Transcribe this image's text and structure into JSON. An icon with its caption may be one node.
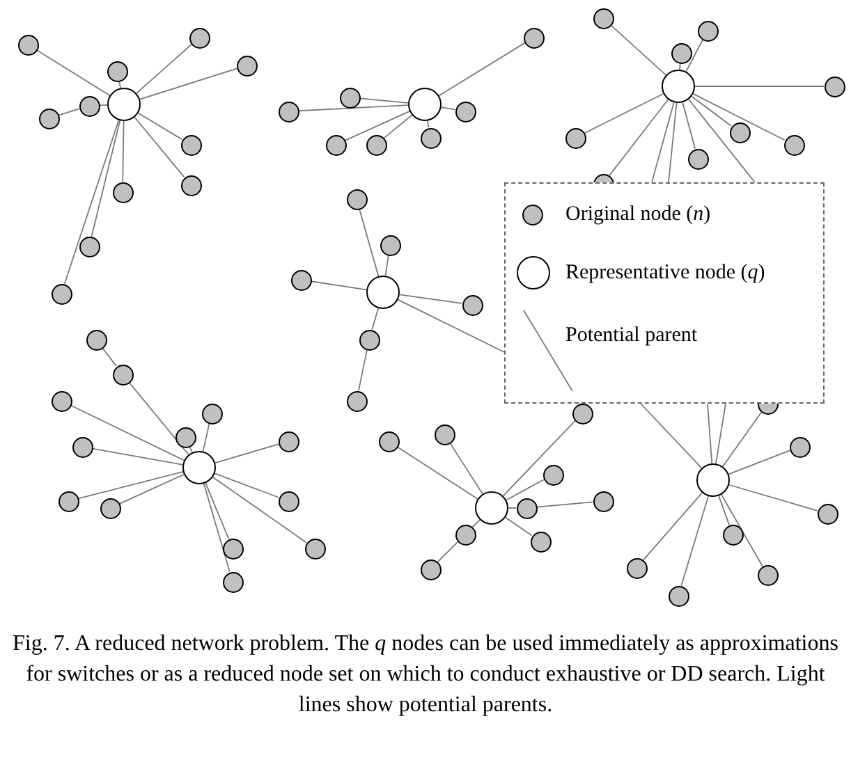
{
  "diagram": {
    "caption": "Fig. 7.  A reduced network problem.  The *q* nodes can be used immediately as approximations for switches or as a reduced node set on which to conduct exhaustive or DD search.  Light lines show potential parents.",
    "nodes": [
      {
        "text": [],
        "shape": "circle"
      },
      {
        "text": [],
        "shape": "circle"
      },
      {
        "text": [],
        "shape": "circle"
      },
      {
        "text": [],
        "shape": "circle"
      },
      {
        "text": [],
        "shape": "circle"
      },
      {
        "text": [],
        "shape": "circle"
      },
      {
        "text": [],
        "shape": "circle"
      },
      {
        "text": [],
        "shape": "circle"
      },
      {
        "text": [],
        "shape": "circle"
      },
      {
        "text": [],
        "shape": "circle"
      },
      {
        "text": [],
        "shape": "circle"
      },
      {
        "text": [],
        "shape": "circle"
      },
      {
        "text": [],
        "shape": "circle"
      },
      {
        "text": [],
        "shape": "circle"
      },
      {
        "text": [],
        "shape": "circle"
      },
      {
        "text": [],
        "shape": "circle"
      },
      {
        "text": [],
        "shape": "circle"
      },
      {
        "text": [],
        "shape": "circle"
      },
      {
        "text": [],
        "shape": "circle"
      },
      {
        "text": [],
        "shape": "circle"
      },
      {
        "text": [],
        "shape": "circle"
      },
      {
        "text": [],
        "shape": "circle"
      },
      {
        "text": [],
        "shape": "circle"
      },
      {
        "text": [],
        "shape": "circle"
      },
      {
        "text": [],
        "shape": "circle"
      },
      {
        "text": [],
        "shape": "circle"
      },
      {
        "text": [],
        "shape": "circle"
      },
      {
        "text": [],
        "shape": "circle"
      },
      {
        "text": [],
        "shape": "circle"
      },
      {
        "text": [],
        "shape": "circle"
      },
      {
        "text": [],
        "shape": "circle"
      },
      {
        "text": [],
        "shape": "circle"
      },
      {
        "text": [],
        "shape": "circle"
      },
      {
        "text": [],
        "shape": "circle"
      },
      {
        "text": [],
        "shape": "circle"
      },
      {
        "text": [],
        "shape": "circle"
      },
      {
        "text": [],
        "shape": "circle"
      },
      {
        "text": [],
        "shape": "circle"
      },
      {
        "text": [],
        "shape": "circle"
      },
      {
        "text": [],
        "shape": "circle"
      },
      {
        "text": [],
        "shape": "circle"
      },
      {
        "text": [],
        "shape": "circle"
      },
      {
        "text": [],
        "shape": "circle"
      },
      {
        "text": [],
        "shape": "circle"
      },
      {
        "text": [],
        "shape": "circle"
      },
      {
        "text": [],
        "shape": "circle"
      },
      {
        "text": [],
        "shape": "circle"
      },
      {
        "text": [],
        "shape": "circle"
      },
      {
        "text": [],
        "shape": "circle"
      },
      {
        "text": [],
        "shape": "circle"
      },
      {
        "text": [],
        "shape": "circle"
      },
      {
        "text": [],
        "shape": "circle"
      },
      {
        "text": [],
        "shape": "circle"
      },
      {
        "text": [],
        "shape": "circle"
      },
      {
        "text": [],
        "shape": "circle"
      },
      {
        "text": [],
        "shape": "circle"
      },
      {
        "text": [],
        "shape": "circle"
      },
      {
        "text": [],
        "shape": "circle"
      },
      {
        "text": [],
        "shape": "circle"
      },
      {
        "text": [],
        "shape": "circle"
      },
      {
        "text": [],
        "shape": "circle"
      },
      {
        "text": [],
        "shape": "circle"
      },
      {
        "text": [],
        "shape": "circle"
      },
      {
        "text": [],
        "shape": "circle"
      },
      {
        "text": [],
        "shape": "circle"
      },
      {
        "text": [],
        "shape": "circle"
      },
      {
        "text": [],
        "shape": "circle"
      },
      {
        "text": [],
        "shape": "circle"
      },
      {
        "text": [],
        "shape": "circle"
      }
    ],
    "edges": [
      {
        "from": 0,
        "to": 1,
        "arrow": "none"
      },
      {
        "from": 0,
        "to": 2,
        "arrow": "none"
      },
      {
        "from": 0,
        "to": 3,
        "arrow": "none"
      },
      {
        "from": 0,
        "to": 4,
        "arrow": "none"
      },
      {
        "from": 0,
        "to": 5,
        "arrow": "none"
      },
      {
        "from": 5,
        "to": 6,
        "arrow": "none"
      },
      {
        "from": 0,
        "to": 7,
        "arrow": "none"
      },
      {
        "from": 0,
        "to": 8,
        "arrow": "none"
      },
      {
        "from": 0,
        "to": 9,
        "arrow": "none"
      },
      {
        "from": 0,
        "to": 10,
        "arrow": "none"
      },
      {
        "from": 0,
        "to": 11,
        "arrow": "none"
      },
      {
        "from": 12,
        "to": 13,
        "arrow": "none"
      },
      {
        "from": 12,
        "to": 14,
        "arrow": "none"
      },
      {
        "from": 12,
        "to": 15,
        "arrow": "none"
      },
      {
        "from": 12,
        "to": 16,
        "arrow": "none"
      },
      {
        "from": 12,
        "to": 17,
        "arrow": "none"
      },
      {
        "from": 12,
        "to": 18,
        "arrow": "none"
      },
      {
        "from": 12,
        "to": 19,
        "arrow": "none"
      },
      {
        "from": 20,
        "to": 21,
        "arrow": "none"
      },
      {
        "from": 20,
        "to": 22,
        "arrow": "none"
      },
      {
        "from": 20,
        "to": 23,
        "arrow": "none"
      },
      {
        "from": 20,
        "to": 24,
        "arrow": "none"
      },
      {
        "from": 20,
        "to": 25,
        "arrow": "none"
      },
      {
        "from": 20,
        "to": 26,
        "arrow": "none"
      },
      {
        "from": 20,
        "to": 27,
        "arrow": "none"
      },
      {
        "from": 20,
        "to": 28,
        "arrow": "none"
      },
      {
        "from": 20,
        "to": 29,
        "arrow": "none"
      },
      {
        "from": 20,
        "to": null,
        "arrow": "none"
      },
      {
        "from": 20,
        "to": null,
        "arrow": "none"
      },
      {
        "from": 20,
        "to": null,
        "arrow": "none"
      },
      {
        "from": 30,
        "to": 31,
        "arrow": "none"
      },
      {
        "from": 30,
        "to": 32,
        "arrow": "none"
      },
      {
        "from": 30,
        "to": 33,
        "arrow": "none"
      },
      {
        "from": 30,
        "to": 34,
        "arrow": "none"
      },
      {
        "from": 30,
        "to": 35,
        "arrow": "none"
      },
      {
        "from": 35,
        "to": 36,
        "arrow": "none"
      },
      {
        "from": 30,
        "to": null,
        "arrow": "none"
      },
      {
        "from": 39,
        "to": 38,
        "arrow": "none"
      },
      {
        "from": 37,
        "to": 39,
        "arrow": "none"
      },
      {
        "from": 37,
        "to": 40,
        "arrow": "none"
      },
      {
        "from": 37,
        "to": 41,
        "arrow": "none"
      },
      {
        "from": 37,
        "to": 42,
        "arrow": "none"
      },
      {
        "from": 37,
        "to": 43,
        "arrow": "none"
      },
      {
        "from": 37,
        "to": 44,
        "arrow": "none"
      },
      {
        "from": 37,
        "to": 45,
        "arrow": "none"
      },
      {
        "from": 37,
        "to": 46,
        "arrow": "none"
      },
      {
        "from": 37,
        "to": 47,
        "arrow": "none"
      },
      {
        "from": 37,
        "to": 48,
        "arrow": "none"
      },
      {
        "from": 37,
        "to": 49,
        "arrow": "none"
      },
      {
        "from": 37,
        "to": 50,
        "arrow": "none"
      },
      {
        "from": 51,
        "to": 52,
        "arrow": "none"
      },
      {
        "from": 51,
        "to": 53,
        "arrow": "none"
      },
      {
        "from": 51,
        "to": 54,
        "arrow": "none"
      },
      {
        "from": 51,
        "to": 55,
        "arrow": "none"
      },
      {
        "from": 51,
        "to": 56,
        "arrow": "none"
      },
      {
        "from": 51,
        "to": 57,
        "arrow": "none"
      },
      {
        "from": 57,
        "to": 58,
        "arrow": "none"
      },
      {
        "from": 51,
        "to": 59,
        "arrow": "none"
      },
      {
        "from": 55,
        "to": 60,
        "arrow": "none"
      },
      {
        "from": 61,
        "to": 62,
        "arrow": "none"
      },
      {
        "from": 61,
        "to": 63,
        "arrow": "none"
      },
      {
        "from": 61,
        "to": 64,
        "arrow": "none"
      },
      {
        "from": 61,
        "to": 65,
        "arrow": "none"
      },
      {
        "from": 61,
        "to": 66,
        "arrow": "none"
      },
      {
        "from": 61,
        "to": 67,
        "arrow": "none"
      },
      {
        "from": 61,
        "to": 68,
        "arrow": "none"
      },
      {
        "from": 61,
        "to": null,
        "arrow": "none"
      },
      {
        "from": 61,
        "to": null,
        "arrow": "none"
      },
      {
        "from": 61,
        "to": null,
        "arrow": "none"
      }
    ],
    "legend": [
      {
        "text": "Original node (*n*)"
      },
      {
        "text": "Representative node (*q*)"
      },
      {
        "text": "Potential parent"
      }
    ]
  }
}
